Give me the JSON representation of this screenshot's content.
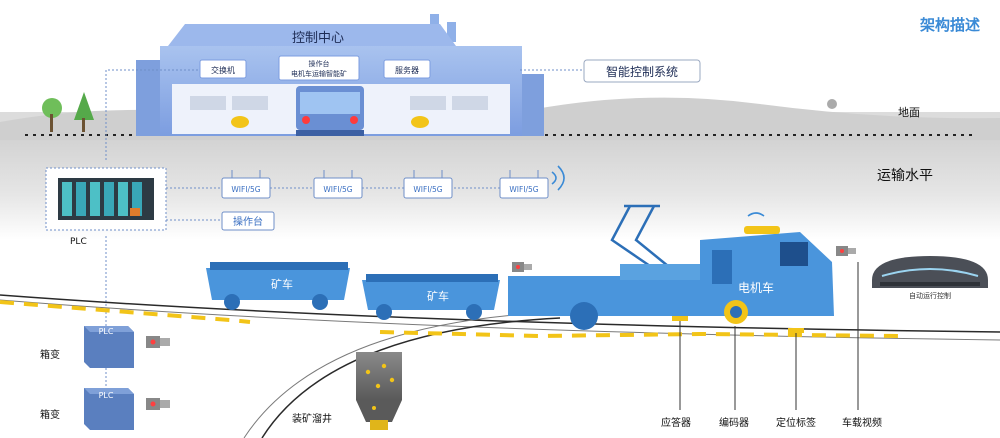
{
  "header": {
    "title": "架构描述"
  },
  "control_center": {
    "title": "控制中心",
    "switch_label": "交换机",
    "console_label_line1": "操作台",
    "console_label_line2": "电机车运输智能矿",
    "server_label": "服务器",
    "system_label": "智能控制系统"
  },
  "levels": {
    "surface": "地面",
    "transport": "运输水平"
  },
  "network": {
    "wifi_nodes": [
      "WIFI/5G",
      "WIFI/5G",
      "WIFI/5G",
      "WIFI/5G"
    ],
    "plc_main": "PLC",
    "console": "操作台"
  },
  "substations": [
    {
      "plc": "PLC",
      "label": "箱变"
    },
    {
      "plc": "PLC",
      "label": "箱变"
    }
  ],
  "train": {
    "car1": "矿车",
    "car2": "矿车",
    "loco": "电机车",
    "onboard_display": "自动运行控制"
  },
  "loading": {
    "label": "装矿溜井"
  },
  "sensors": [
    "应答器",
    "编码器",
    "定位标签",
    "车载视频"
  ],
  "colors": {
    "accent": "#3a8ad6",
    "building": "#8fb0e8",
    "train": "#4a95dc",
    "ground": "#d9d9d9",
    "yellow": "#f2c418"
  }
}
